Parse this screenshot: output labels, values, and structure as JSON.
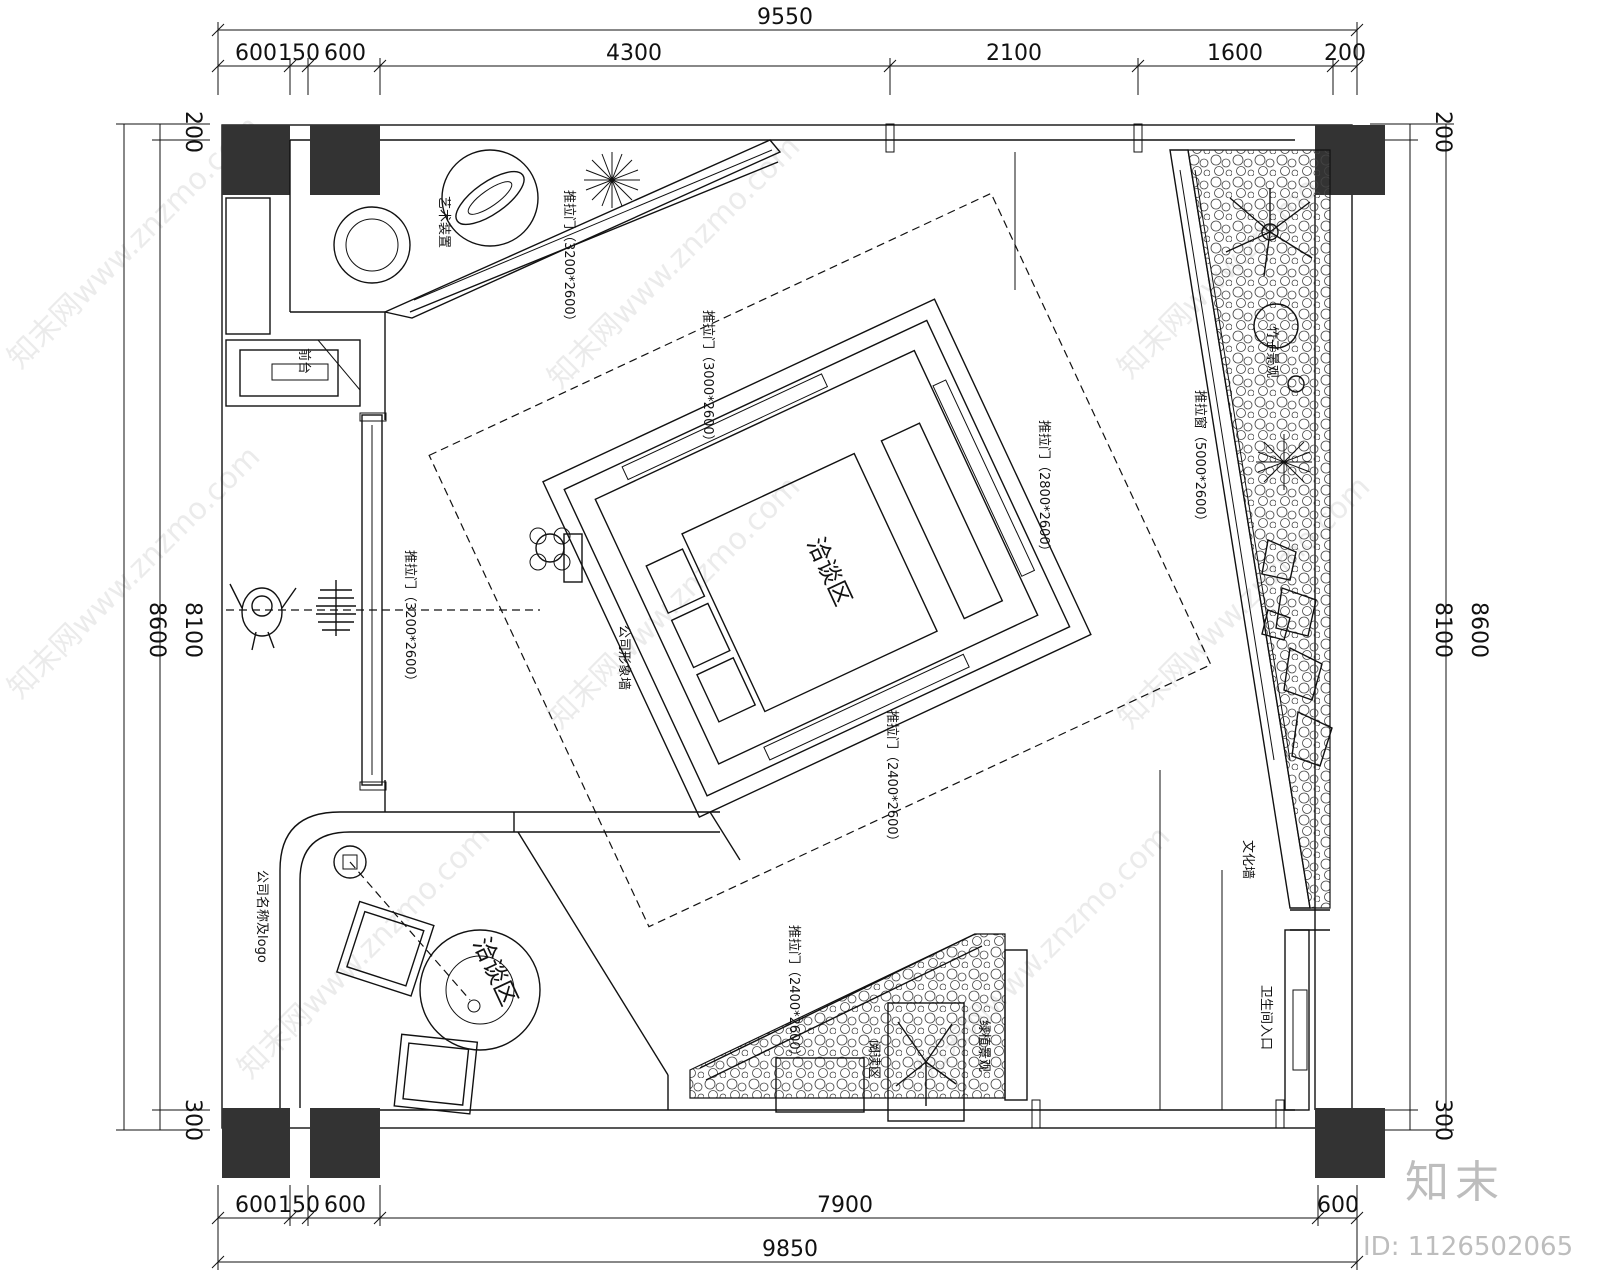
{
  "dims": {
    "top_total": "9550",
    "top": [
      "600",
      "150",
      "600",
      "4300",
      "2100",
      "1600",
      "200"
    ],
    "bottom": [
      "600",
      "150",
      "600",
      "7900",
      "600"
    ],
    "bottom_total": "9850",
    "left_outer": "8600",
    "left_inner": "8100",
    "left_top": "200",
    "left_bottom": "300",
    "right_outer": "8600",
    "right_inner": "8100",
    "right_top": "200",
    "right_bottom": "300"
  },
  "labels": {
    "zone_main": "洽谈区",
    "zone_small": "洽谈区",
    "door_entrance": "推拉门（3200*2600）",
    "door_top": "推拉门（3200*2600）",
    "door_inner_top": "推拉门（3000*2600）",
    "door_inner_right": "推拉门（2800*2600）",
    "door_inner_bottom": "推拉门（2400*2600）",
    "window_bottom": "推拉门（2400*2600）",
    "window_right": "推拉窗（5000*2600）",
    "logo_wall": "公司形象墙",
    "front_desk": "前台",
    "art_piece": "艺术装置",
    "green_plant": "绿植景观",
    "bamboo": "竹子景观",
    "reading": "阅读区",
    "company_logo": "公司名称及logo",
    "restroom": "卫生间入口",
    "culture_wall": "文化墙"
  },
  "brand": "知末",
  "image_id": "ID: 1126502065",
  "watermarks": [
    "知末网www.znzmo.com",
    "知末网www.znzmo.com",
    "知末网www.znzmo.com",
    "知末网www.znzmo.com",
    "知末网www.znzmo.com",
    "知末网www.znzmo.com",
    "知末网www.znzmo.com",
    "知末网www.znzmo.com"
  ]
}
